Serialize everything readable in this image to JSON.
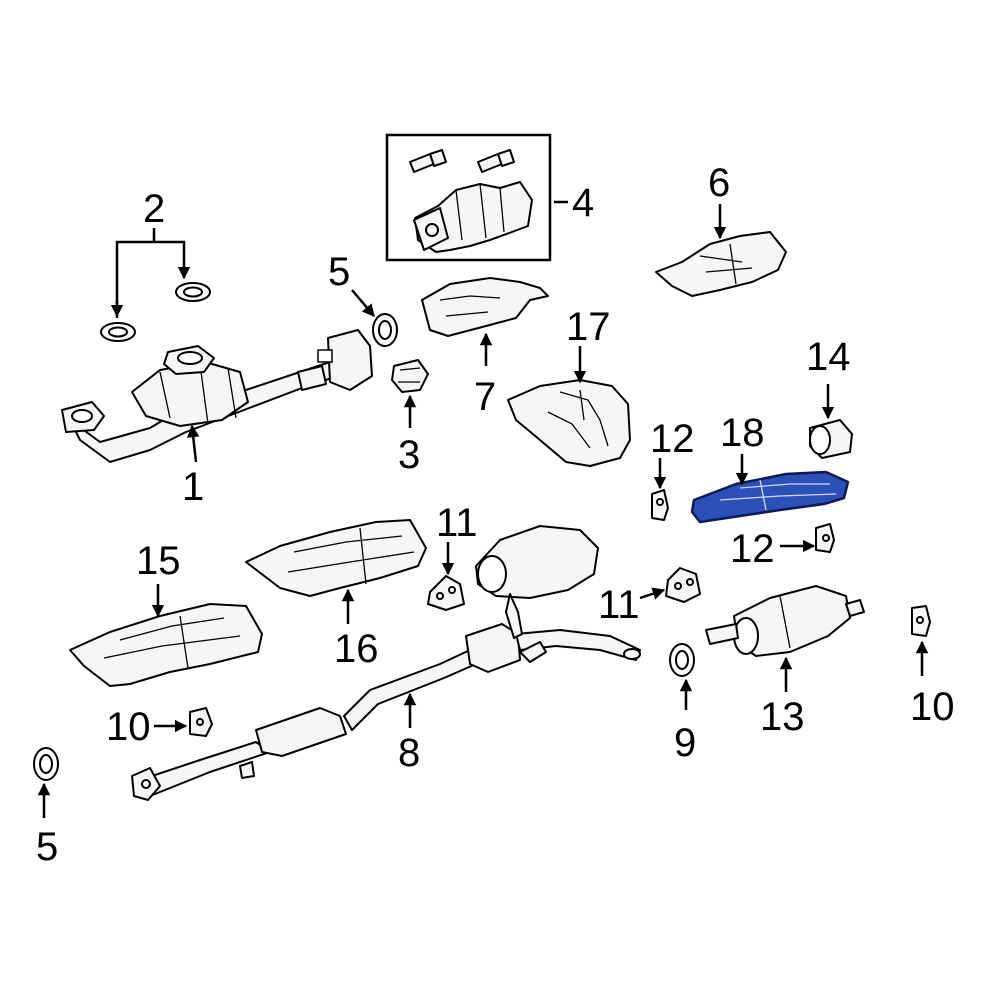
{
  "callouts": {
    "c1": "1",
    "c2": "2",
    "c3": "3",
    "c4": "4",
    "c5a": "5",
    "c5b": "5",
    "c6": "6",
    "c7": "7",
    "c8": "8",
    "c9": "9",
    "c10a": "10",
    "c10b": "10",
    "c11a": "11",
    "c11b": "11",
    "c12a": "12",
    "c12b": "12",
    "c13": "13",
    "c14": "14",
    "c15": "15",
    "c16": "16",
    "c17": "17",
    "c18": "18"
  },
  "colors": {
    "highlight": "#2c50b8",
    "line": "#000000",
    "background": "#ffffff"
  }
}
